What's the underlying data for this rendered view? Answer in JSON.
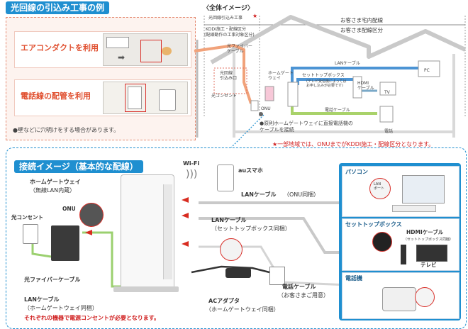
{
  "top_left": {
    "heading": "光回線の引込み工事の例",
    "method_aircon": "エアコンダクトを利用",
    "method_phone": "電話線の配管を利用",
    "note": "●壁などに穴明けをする場合があります。"
  },
  "overview": {
    "heading": "〈全体イメージ〉",
    "zone_kddi_title": "光回線引込み工事",
    "zone_kddi_sub1": "KDDI施工・配線区分",
    "zone_kddi_sub2": "(配線動作の工事対象区分)",
    "zone_customer_title": "お客さま宅内配線",
    "zone_customer_sub": "お客さま配線区分",
    "labels": {
      "fiber_cable": "光ファイバー\nケーブル",
      "entry": "光回線\n引込み口",
      "outlet": "光コンセント",
      "onu": "ONU",
      "hgw": "ホームゲート\nウェイ",
      "stb": "セットトップボックス",
      "stb_note": "(テレビ受信機によってはお申し込みが必要です)",
      "lan": "LANケーブル",
      "hdmi": "HDMI\nケーブル",
      "phone_cable": "電話ケーブル",
      "pc": "PC",
      "tv": "TV",
      "phone": "電話"
    },
    "note_direct": "●原則ホームゲートウェイに直接電話機の\nケーブルを接続",
    "note_area": "★一部地域では、ONUまでがKDDI施工・配線区分となります。"
  },
  "connection": {
    "heading": "接続イメージ（基本的な配線）",
    "hgw_title": "ホームゲートウェイ",
    "hgw_sub": "（無線LAN内蔵）",
    "outlet": "光コンセント",
    "onu": "ONU",
    "wifi": "Wi-Fi",
    "au_phone": "auスマホ",
    "fiber": "光ファイバーケーブル",
    "lan_onu": "LANケーブル",
    "lan_onu_paren": "（ONU同梱）",
    "lan_stb": "LANケーブル",
    "lan_stb_paren": "（セットトップボックス同梱）",
    "lan_hgw": "LANケーブル",
    "lan_hgw_paren": "（ホームゲートウェイ同梱）",
    "ac_adapter": "ACアダプタ",
    "ac_paren": "（ホームゲートウェイ同梱）",
    "phone_cable": "電話ケーブル",
    "phone_cable_paren": "（お客さまご用意）",
    "power_note": "それぞれの機器で電源コンセントが必要となります。",
    "pc_card": "パソコン",
    "stb_card": "セットトップボックス",
    "hdmi": "HDMIケーブル",
    "hdmi_paren": "（セットトップボックス同梱）",
    "tv": "テレビ",
    "phone_card": "電話機",
    "lan_port_label": "LAN\nポート"
  }
}
